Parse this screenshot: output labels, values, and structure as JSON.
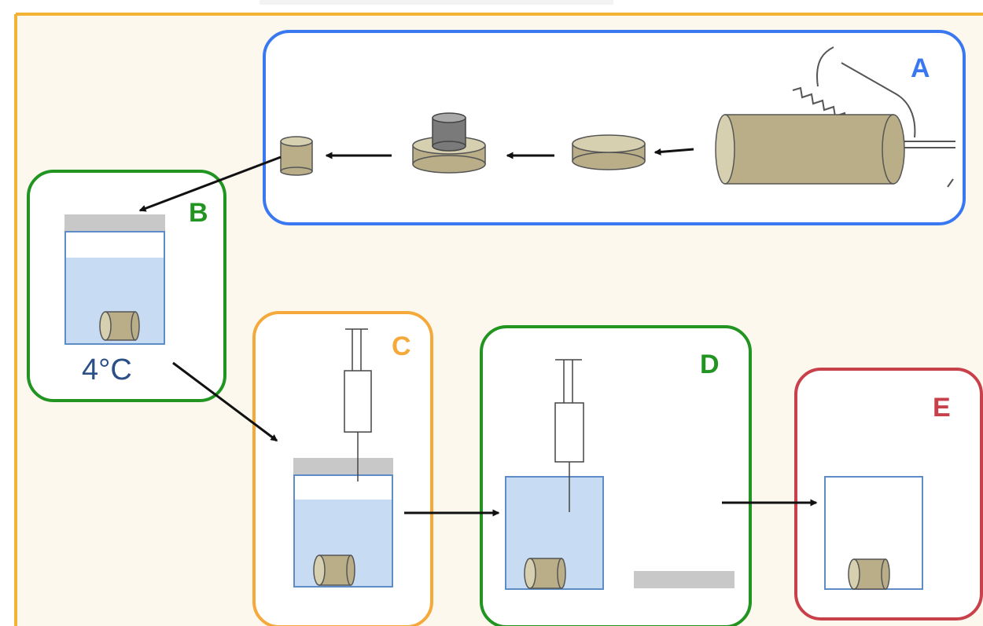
{
  "colors": {
    "background": "#fdf8ee",
    "frame_border": "#f2b233",
    "panel_a": "#3a78f2",
    "panel_b": "#219421",
    "panel_c": "#f4a93a",
    "panel_d": "#219421",
    "panel_e": "#c8404a",
    "sample_fill": "#b9ae88",
    "sample_dark": "#9a8c5c",
    "sample_light": "#d6cfb0",
    "liquid": "#c7dbf2",
    "beaker_edge": "#5d8cc6",
    "lid_gray": "#c8c8c8",
    "arrow": "#111111",
    "temp_text": "#2b4f86"
  },
  "panels": {
    "a": {
      "letter": "A"
    },
    "b": {
      "letter": "B",
      "temperature": "4°C"
    },
    "c": {
      "letter": "C"
    },
    "d": {
      "letter": "D"
    },
    "e": {
      "letter": "E"
    }
  },
  "icons": [
    "core-sample-cylinder",
    "drill-bit",
    "sample-disc",
    "cut-disc-with-punch",
    "small-core-plug",
    "beaker",
    "syringe",
    "lid",
    "arrow"
  ]
}
